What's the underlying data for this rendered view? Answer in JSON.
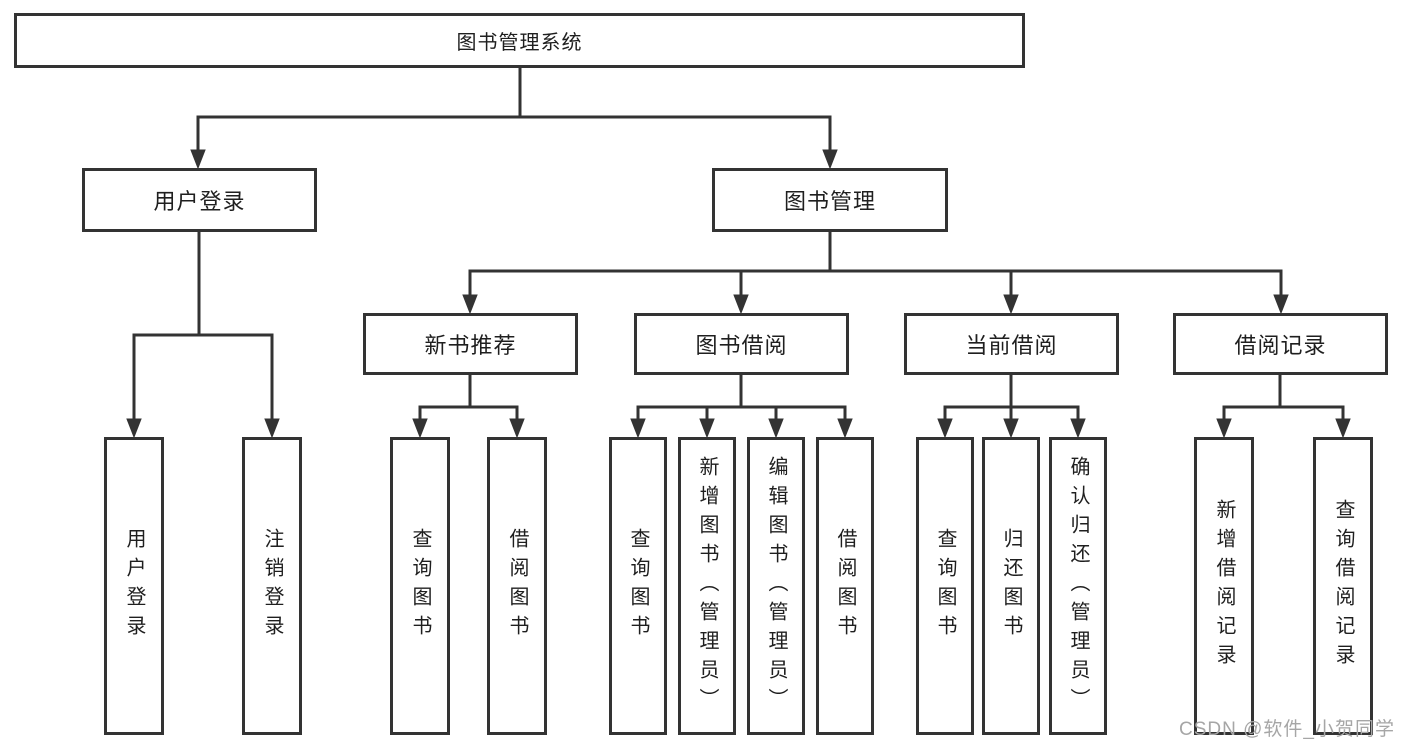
{
  "root_label": "图书管理系统",
  "level2": {
    "user_login": "用户登录",
    "book_mgmt": "图书管理"
  },
  "level3": {
    "new_book": "新书推荐",
    "book_borrow": "图书借阅",
    "current_borrow": "当前借阅",
    "borrow_record": "借阅记录"
  },
  "leaves": {
    "user_login": [
      "用户登录",
      "注销登录"
    ],
    "new_book": [
      "查询图书",
      "借阅图书"
    ],
    "book_borrow": [
      "查询图书",
      "新增图书（管理员）",
      "编辑图书（管理员）",
      "借阅图书"
    ],
    "current_borrow": [
      "查询图书",
      "归还图书",
      "确认归还（管理员）"
    ],
    "borrow_record": [
      "新增借阅记录",
      "查询借阅记录"
    ]
  },
  "watermark": "CSDN @软件_小贺同学",
  "colors": {
    "line": "#333333",
    "text": "#1f1f1f",
    "watermark": "#a6a6a6",
    "background": "#ffffff"
  }
}
